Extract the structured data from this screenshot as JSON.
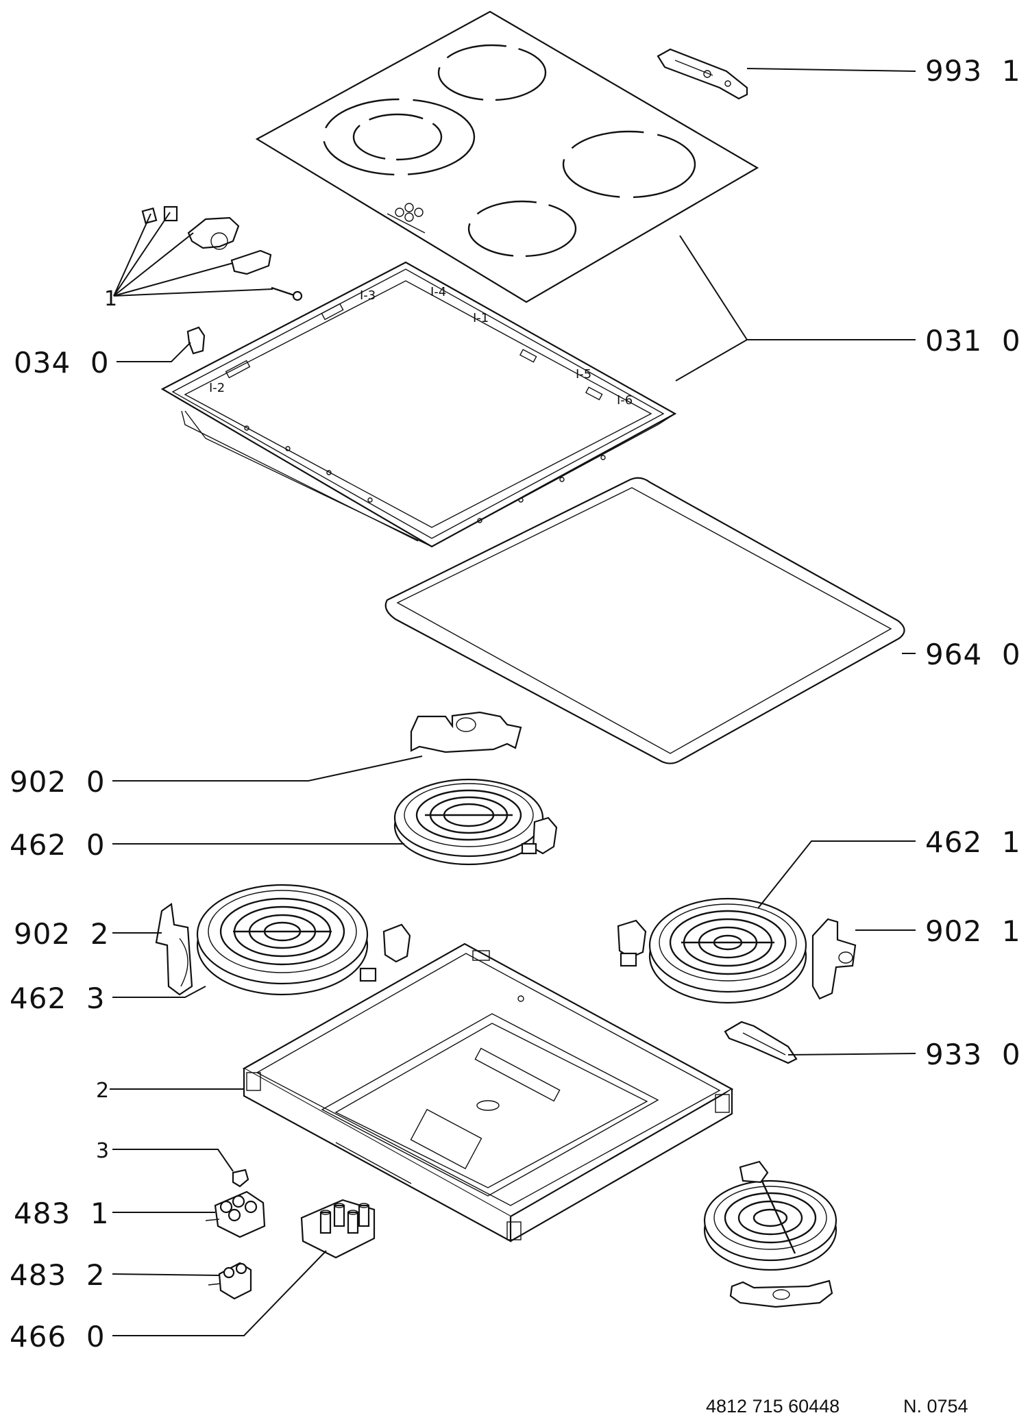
{
  "callouts": {
    "c9931": "993  1",
    "c0310": "031  0",
    "c0340": "034  0",
    "c1": "1",
    "c9640": "964  0",
    "c9020": "902  0",
    "c4620": "462  0",
    "c4621": "462  1",
    "c9022": "902  2",
    "c9021": "902  1",
    "c4623": "462  3",
    "c9330": "933  0",
    "c2": "2",
    "c3": "3",
    "c4831": "483  1",
    "c4832": "483  2",
    "c4660": "466  0"
  },
  "footer": {
    "doc_number": "4812 715 60448",
    "edition": "N. 0754"
  }
}
